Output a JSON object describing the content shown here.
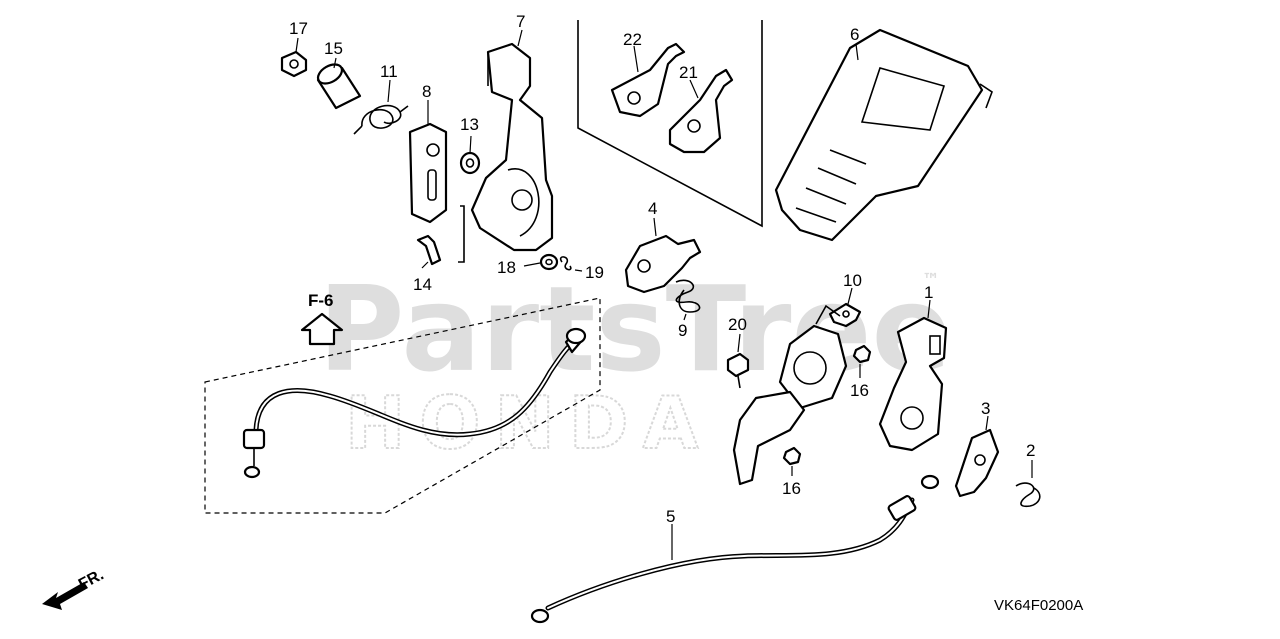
{
  "diagram": {
    "watermark_brand": "PartsTree",
    "watermark_tm": "™",
    "watermark_sub": "HONDA",
    "reference_label": "F-6",
    "front_marker": "FR.",
    "drawing_code": "VK64F0200A",
    "callouts": [
      "17",
      "15",
      "11",
      "8",
      "13",
      "7",
      "22",
      "21",
      "6",
      "4",
      "9",
      "10",
      "1",
      "20",
      "16",
      "16",
      "3",
      "2",
      "14",
      "18",
      "19",
      "5"
    ]
  }
}
